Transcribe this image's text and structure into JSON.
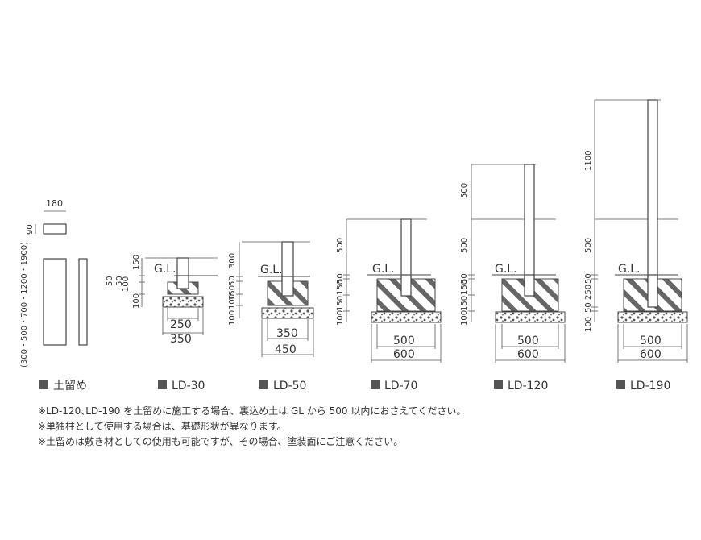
{
  "gl_label": "G.L.",
  "series": [
    {
      "id": "tsuchidome",
      "name": "土留め"
    },
    {
      "id": "ld30",
      "name": "LD-30"
    },
    {
      "id": "ld50",
      "name": "LD-50"
    },
    {
      "id": "ld70",
      "name": "LD-70"
    },
    {
      "id": "ld120",
      "name": "LD-120"
    },
    {
      "id": "ld190",
      "name": "LD-190"
    }
  ],
  "dims": {
    "tsuchidome": {
      "width": "180",
      "cap": "90",
      "length": "(300・500・700・1200・1900)"
    },
    "ld30": {
      "post_above": "150",
      "v1": "50",
      "v2": "50",
      "v3": "100",
      "v4": "100",
      "inner": "250",
      "outer": "350"
    },
    "ld50": {
      "post_above": "300",
      "v1": "50",
      "v2": "150",
      "v3": "100",
      "v4": "100",
      "inner": "350",
      "outer": "450"
    },
    "ld70": {
      "post_above": "500",
      "v1": "50",
      "v2": "150",
      "v3": "150",
      "v4": "100",
      "inner": "500",
      "outer": "600"
    },
    "ld120": {
      "post_top": "500",
      "post_mid": "500",
      "v1": "50",
      "v2": "150",
      "v3": "150",
      "v4": "100",
      "inner": "500",
      "outer": "600"
    },
    "ld190": {
      "post_top": "1100",
      "post_mid": "500",
      "v1": "50",
      "v2": "250",
      "v3": "50",
      "v4": "100",
      "inner": "500",
      "outer": "600"
    }
  },
  "notes": [
    "※LD-120､LD-190 を土留めに施工する場合、裏込め土は GL から 500 以内におさえてください。",
    "※単独柱として使用する場合は、基礎形状が異なります。",
    "※土留めは敷き材としての使用も可能ですが、その場合、塗装面にご注意ください。"
  ],
  "colors": {
    "line": "#444444",
    "label_square": "#555555",
    "text": "#333333"
  }
}
